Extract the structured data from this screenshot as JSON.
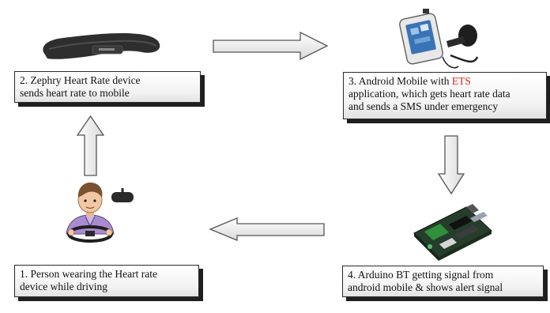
{
  "steps": [
    {
      "id": 1,
      "lines": [
        "1. Person  wearing the Heart rate",
        "device while driving"
      ]
    },
    {
      "id": 2,
      "lines": [
        "2. Zephry Heart Rate device",
        "sends heart rate to mobile"
      ]
    },
    {
      "id": 3,
      "line1_pre": "3. Android Mobile with ",
      "line1_highlight": "ETS",
      "lines_rest": [
        "application, which gets heart rate data",
        "and sends a SMS under emergency"
      ]
    },
    {
      "id": 4,
      "lines": [
        "4. Arduino BT getting signal from",
        "android mobile & shows alert signal"
      ]
    }
  ],
  "icons": [
    "heart-rate-strap-icon",
    "android-phone-mount-icon",
    "arduino-board-icon",
    "driver-person-icon"
  ],
  "colors": {
    "highlight": "#e0241b",
    "box_shadow": "#1f1f1f"
  }
}
